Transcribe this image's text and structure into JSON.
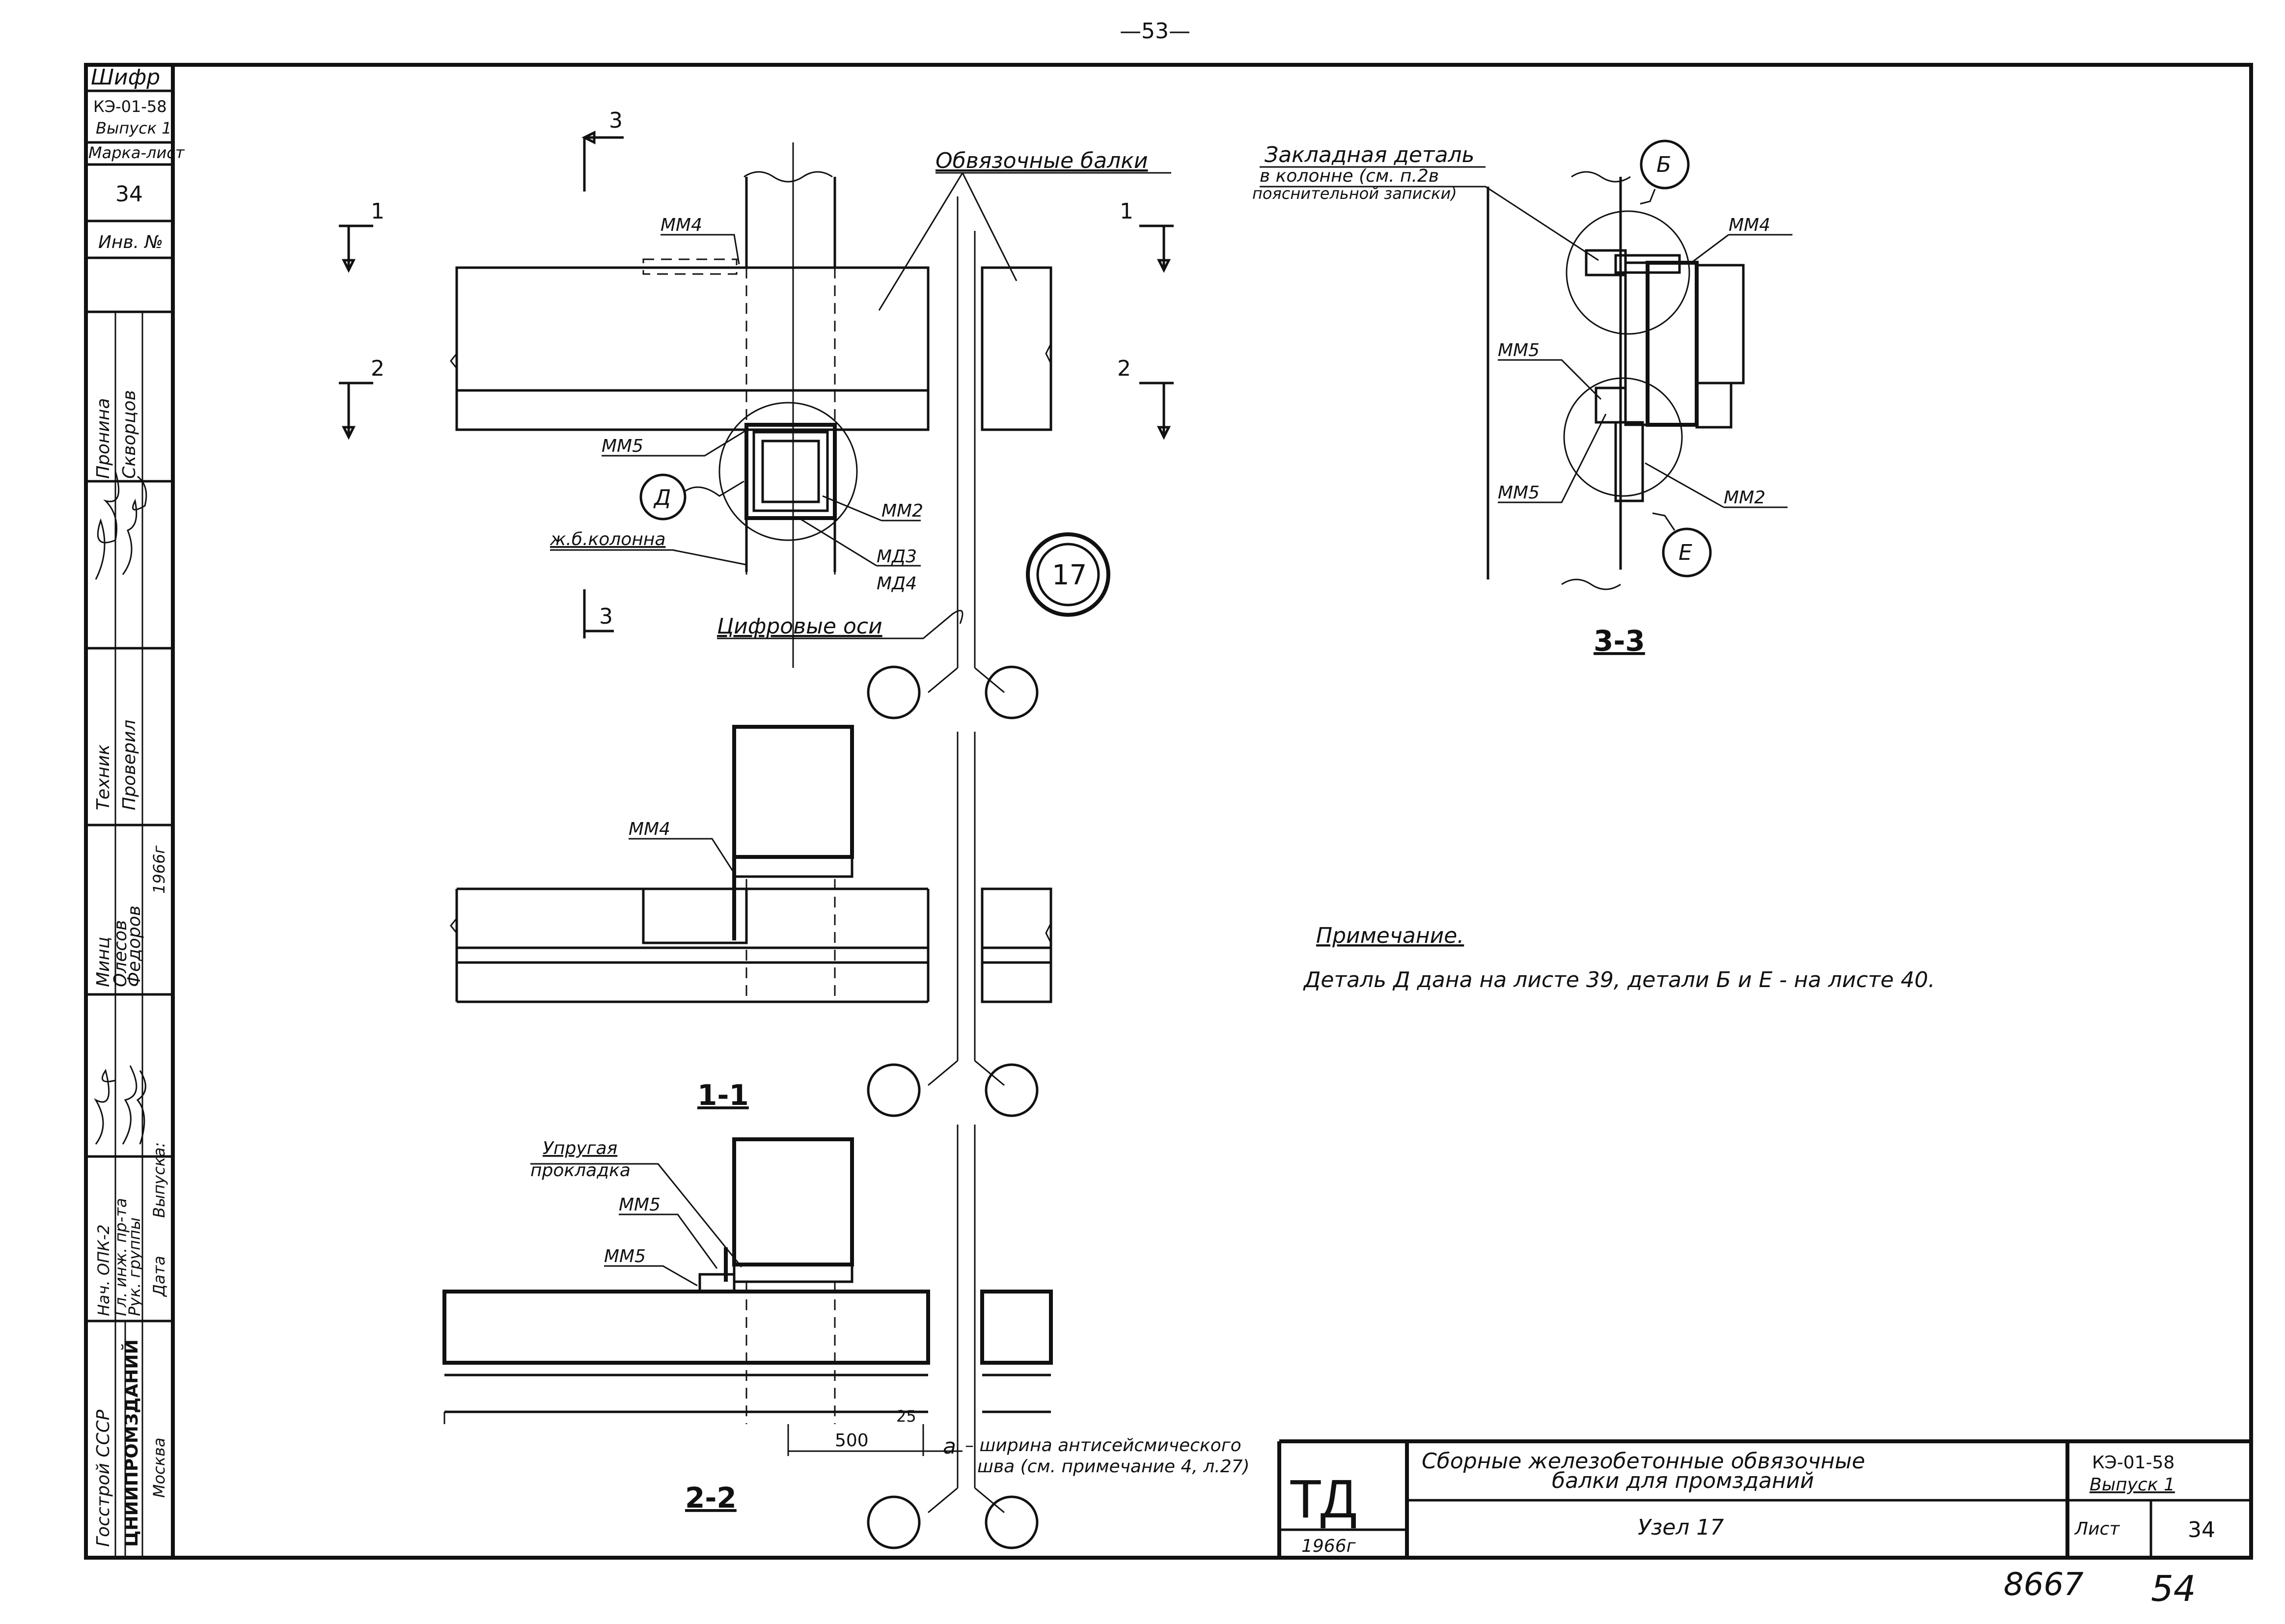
{
  "page_number": "—53—",
  "stamp_left": {
    "code_label": "Шифр",
    "code_value": "КЭ-01-58",
    "issue": "Выпуск 1",
    "mark_label": "Марка-лист",
    "mark_value": "34",
    "inv_label": "Инв. №",
    "roles": [
      "Техник",
      "Проверил"
    ],
    "names_block1": [
      "Пронина",
      "Скворцов"
    ],
    "names_block2": [
      "Минц",
      "Олесов",
      "Федоров"
    ],
    "year_vertical": "1966г",
    "positions": [
      "Нач. ОПК-2",
      "Гл. инж. пр-та",
      "Рук. группы"
    ],
    "date_label": "Дата",
    "issue_label": "Выпуска:",
    "org1": "Госстрой СССР",
    "org2": "ЦНИИПРОМЗДАНИЙ",
    "city": "Москва"
  },
  "plan": {
    "beams_label": "Обвязочные балки",
    "mm4": "ММ4",
    "mm5": "ММ5",
    "mm2": "ММ2",
    "md3": "МД3",
    "md4": "МД4",
    "detail_d": "Д",
    "column_label": "ж.б.колонна",
    "axes_label": "Цифровые оси",
    "node_number": "17",
    "cut_1": "1",
    "cut_2": "2",
    "cut_3": "3"
  },
  "section_1_1": {
    "title": "1-1",
    "mm4": "ММ4"
  },
  "section_2_2": {
    "title": "2-2",
    "pad_label_1": "Упругая",
    "pad_label_2": "прокладка",
    "mm5_a": "ММ5",
    "mm5_b": "ММ5",
    "dim_500": "500",
    "dim_25": "25",
    "dim_a": "а",
    "seam_note_1": "– ширина антисейсмического",
    "seam_note_2": "шва (см. примечание 4, л.27)"
  },
  "section_3_3": {
    "title": "3-3",
    "embed_label_1": "Закладная деталь",
    "embed_label_2": "в колонне (см. п.2в",
    "embed_label_3": "пояснительной записки)",
    "detail_b": "Б",
    "detail_e": "Е",
    "mm4": "ММ4",
    "mm5_a": "ММ5",
    "mm5_b": "ММ5",
    "mm2": "ММ2"
  },
  "note": {
    "title": "Примечание.",
    "text": "Деталь Д дана на листе 39, детали Б и Е - на листе 40."
  },
  "title_block": {
    "td": "ТД",
    "year": "1966г",
    "title_1": "Сборные железобетонные обвязочные",
    "title_2": "балки для промзданий",
    "subtitle": "Узел 17",
    "code": "КЭ-01-58",
    "issue": "Выпуск 1",
    "sheet_label": "Лист",
    "sheet_value": "34"
  },
  "handwritten_footer": {
    "left": "8667",
    "right": "54"
  }
}
